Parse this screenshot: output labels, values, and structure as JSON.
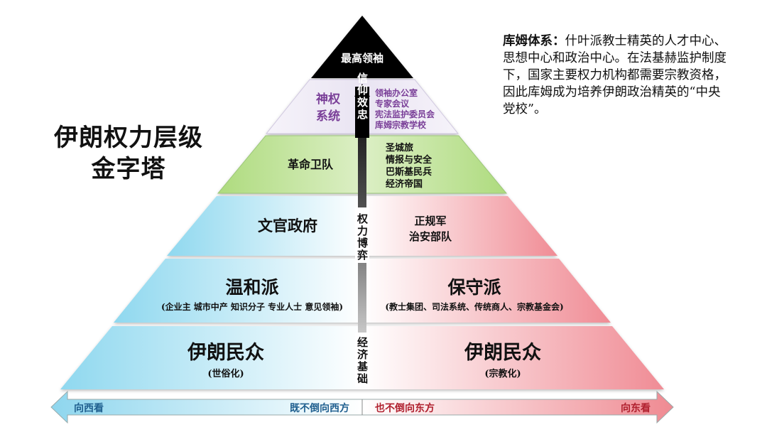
{
  "title": {
    "line1": "伊朗权力层级",
    "line2": "金字塔"
  },
  "note": {
    "term": "库姆体系：",
    "body": "什叶派教士精英的人才中心、思想中心和政治中心。在法基赫监护制度下，国家主要权力机构都需要宗教资格，因此库姆成为培养伊朗政治精英的“中央党校”。"
  },
  "pyramid": {
    "apex": "最高领袖",
    "theocracy": {
      "label_line1": "神权",
      "label_line2": "系统",
      "items": [
        "领袖办公室",
        "专家会议",
        "宪法监护委员会",
        "库姆宗教学校"
      ]
    },
    "irgc": {
      "label": "革命卫队",
      "items": [
        "圣城旅",
        "情报与安全",
        "巴斯基民兵",
        "经济帝国"
      ]
    },
    "government": {
      "label": "文官政府",
      "items": [
        "正规军",
        "治安部队"
      ]
    },
    "moderates": {
      "label": "温和派",
      "sub": "(企业主 城市中产 知识分子 专业人士 意见领袖)"
    },
    "conservatives": {
      "label": "保守派",
      "sub": "(教士集团、司法系统、传统商人、宗教基金会)"
    },
    "people_left": {
      "label": "伊朗民众",
      "sub": "(世俗化)"
    },
    "people_right": {
      "label": "伊朗民众",
      "sub": "(宗教化)"
    }
  },
  "central_axis": {
    "top": "信仰效忠",
    "middle": "权力博弈",
    "bottom": "经济基础"
  },
  "bottom_arrow": {
    "left_end": "向西看",
    "left_mid": "既不倒向西方",
    "right_mid": "也不倒向东方",
    "right_end": "向东看"
  },
  "colors": {
    "apex": "#000000",
    "theocracy_text": "#7a3f98",
    "irgc_fill": "#b4dc8c",
    "blue": "#7fd3ec",
    "red": "#f1878f",
    "lavender": "#ece8f4"
  }
}
